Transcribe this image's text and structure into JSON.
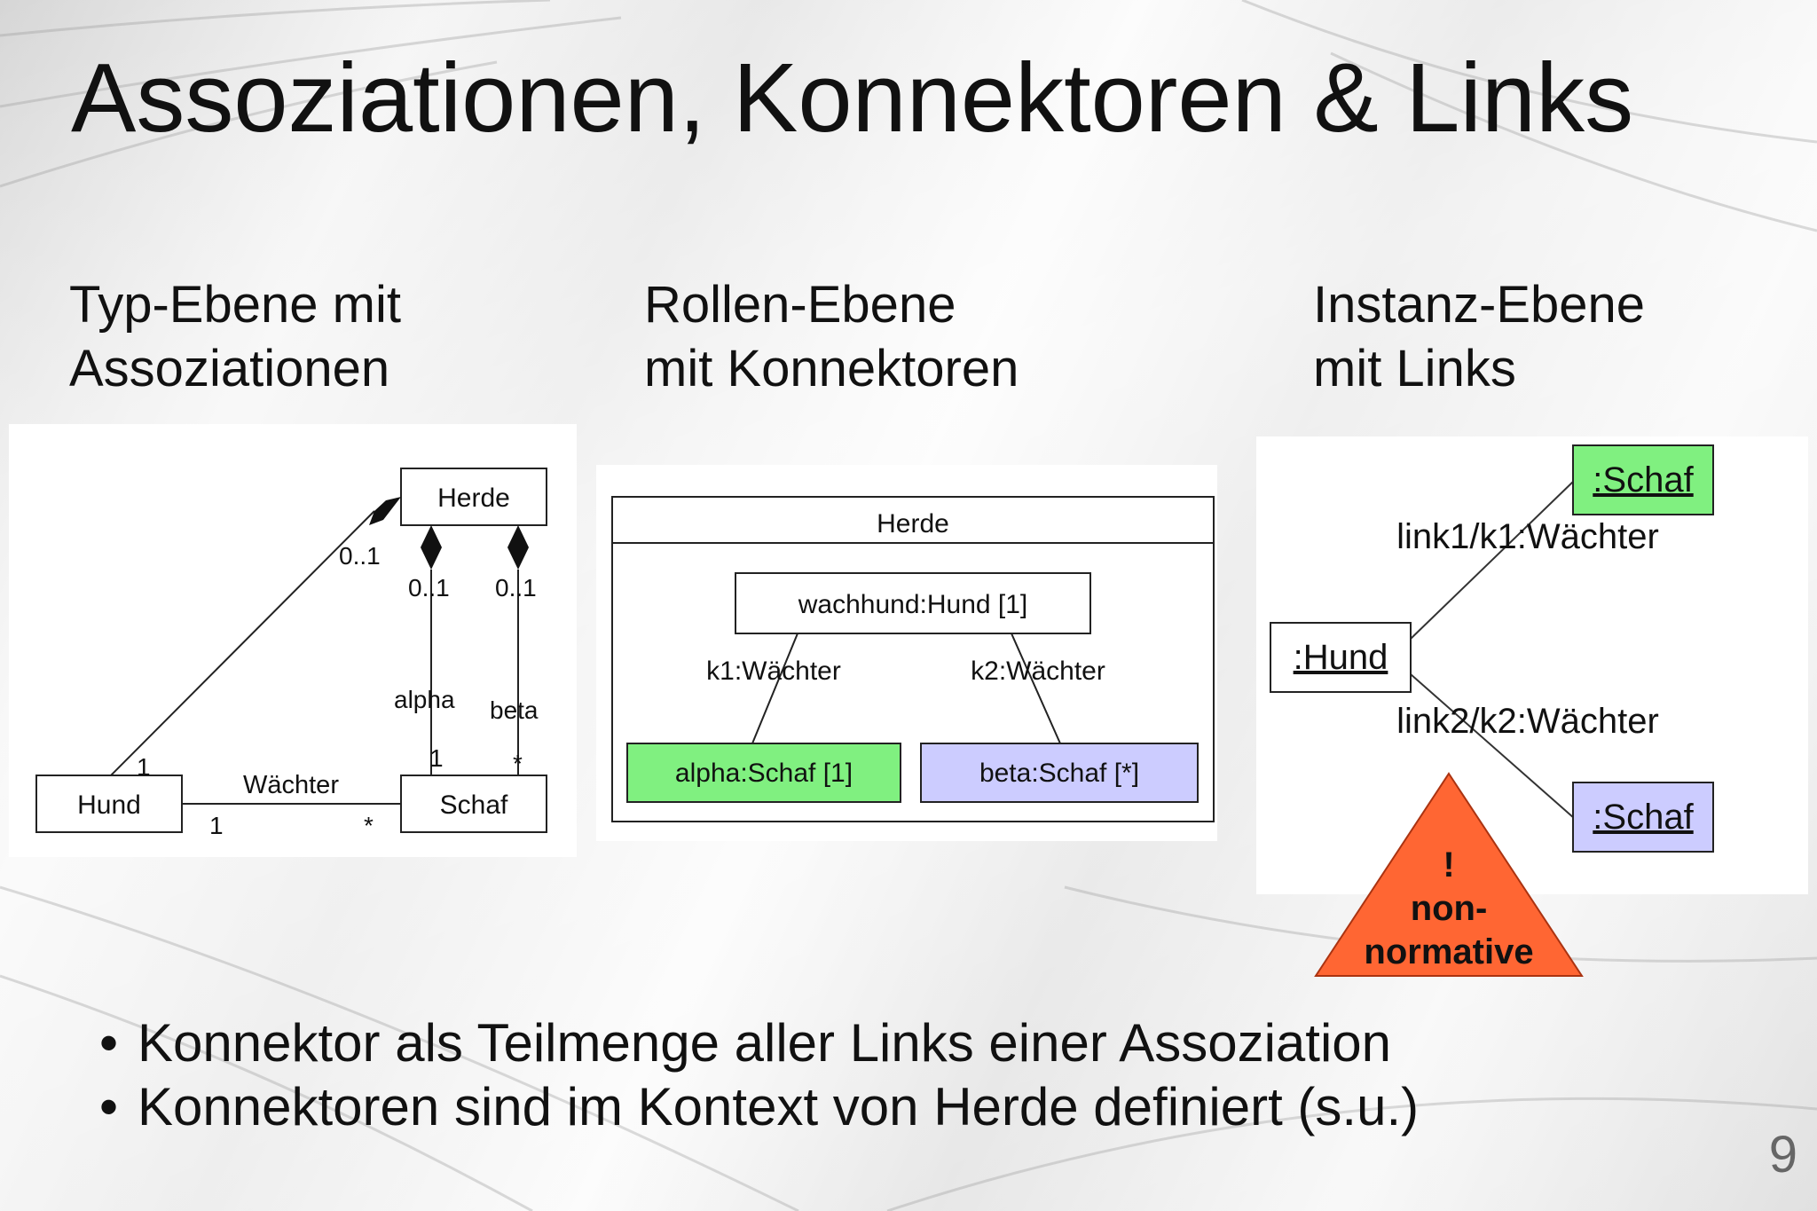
{
  "slide": {
    "title": "Assoziationen, Konnektoren & Links",
    "page_number": "9"
  },
  "columns": [
    {
      "line1": "Typ-Ebene mit",
      "line2": "Assoziationen"
    },
    {
      "line1": "Rollen-Ebene",
      "line2": "mit Konnektoren"
    },
    {
      "line1": "Instanz-Ebene",
      "line2": "mit Links"
    }
  ],
  "type_diagram": {
    "herde": "Herde",
    "hund": "Hund",
    "schaf": "Schaf",
    "association_name": "Wächter",
    "mult_herde_diag": "0..1",
    "mult_herde_alpha": "0..1",
    "mult_herde_beta": "0..1",
    "mult_hund_diag": "1",
    "mult_hund_assoc": "1",
    "mult_schaf_assoc": "*",
    "role_alpha": "alpha",
    "role_beta": "beta",
    "mult_alpha_schaf": "1",
    "mult_beta_schaf": "*"
  },
  "role_diagram": {
    "container": "Herde",
    "wachhund": "wachhund:Hund [1]",
    "alpha": "alpha:Schaf [1]",
    "beta": "beta:Schaf [*]",
    "connector1": "k1:Wächter",
    "connector2": "k2:Wächter",
    "alpha_color": "#80f080",
    "beta_color": "#ccccff"
  },
  "instance_diagram": {
    "hund": ":Hund",
    "schaf_top": ":Schaf",
    "schaf_bottom": ":Schaf",
    "link1": "link1/k1:Wächter",
    "link2": "link2/k2:Wächter",
    "warning_line1": "!",
    "warning_line2": "non-",
    "warning_line3": "normative",
    "schaf_top_color": "#80f080",
    "schaf_bottom_color": "#ccccff",
    "warning_color": "#ff6633"
  },
  "bullets": [
    "Konnektor als Teilmenge aller Links einer Assoziation",
    "Konnektoren sind im Kontext von Herde definiert (s.u.)"
  ]
}
